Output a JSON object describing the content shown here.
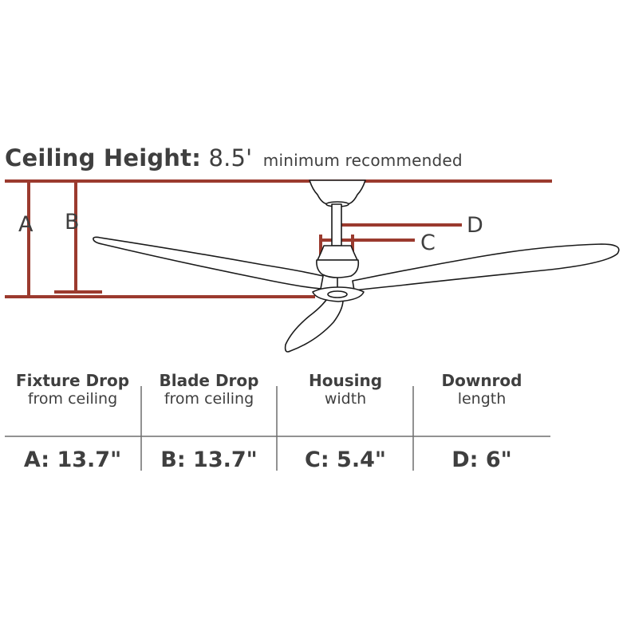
{
  "header": {
    "label": "Ceiling Height:",
    "value": "8.5'",
    "note": "minimum recommended"
  },
  "dimension_letters": {
    "a": "A",
    "b": "B",
    "c": "C",
    "d": "D"
  },
  "specs": [
    {
      "heading": "Fixture Drop",
      "subheading": "from ceiling",
      "value": "A: 13.7\""
    },
    {
      "heading": "Blade Drop",
      "subheading": "from ceiling",
      "value": "B: 13.7\""
    },
    {
      "heading": "Housing",
      "subheading": "width",
      "value": "C: 5.4\""
    },
    {
      "heading": "Downrod",
      "subheading": "length",
      "value": "D: 6\""
    }
  ],
  "colors": {
    "dimension_line": "#9b3a2e",
    "text": "#3f3f3f",
    "fan_outline": "#1a1a1a"
  }
}
